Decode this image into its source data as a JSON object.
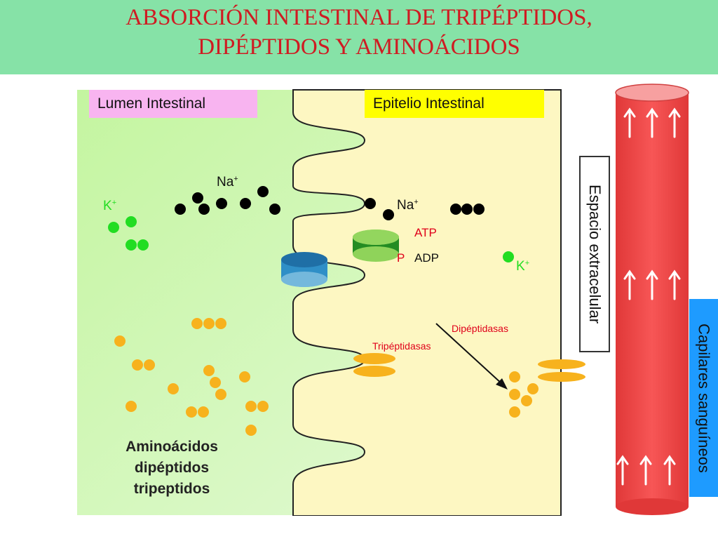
{
  "title": {
    "line1": "ABSORCIÓN INTESTINAL DE TRIPÉPTIDOS,",
    "line2": "DIPÉPTIDOS Y AMINOÁCIDOS"
  },
  "regions": {
    "lumen": "Lumen Intestinal",
    "epitelio": "Epitelio Intestinal",
    "espacio": "Espacio extracelular",
    "capilares": "Capilares sanguíneos"
  },
  "labels": {
    "na_lumen": "Na",
    "na_cell": "Na",
    "plus": "+",
    "k_lumen": "K",
    "k_cell": "K",
    "atp": "ATP",
    "p": "P",
    "adp": "ADP",
    "dipeptidasas": "Dipéptidasas",
    "tripeptidasas": "Tripéptidasas"
  },
  "nutrients": {
    "line1": "Aminoácidos",
    "line2": "dipéptidos",
    "line3": "tripeptidos"
  },
  "colors": {
    "header": "#86e2a7",
    "title": "#cf1b22",
    "lumen": "#c8f5a6",
    "epithelium": "#fdf7c2",
    "sodium": "#000000",
    "potassium": "#22dd22",
    "amino": "#f7b21d",
    "vessel": "#f25050",
    "label_red": "#e0001a"
  }
}
